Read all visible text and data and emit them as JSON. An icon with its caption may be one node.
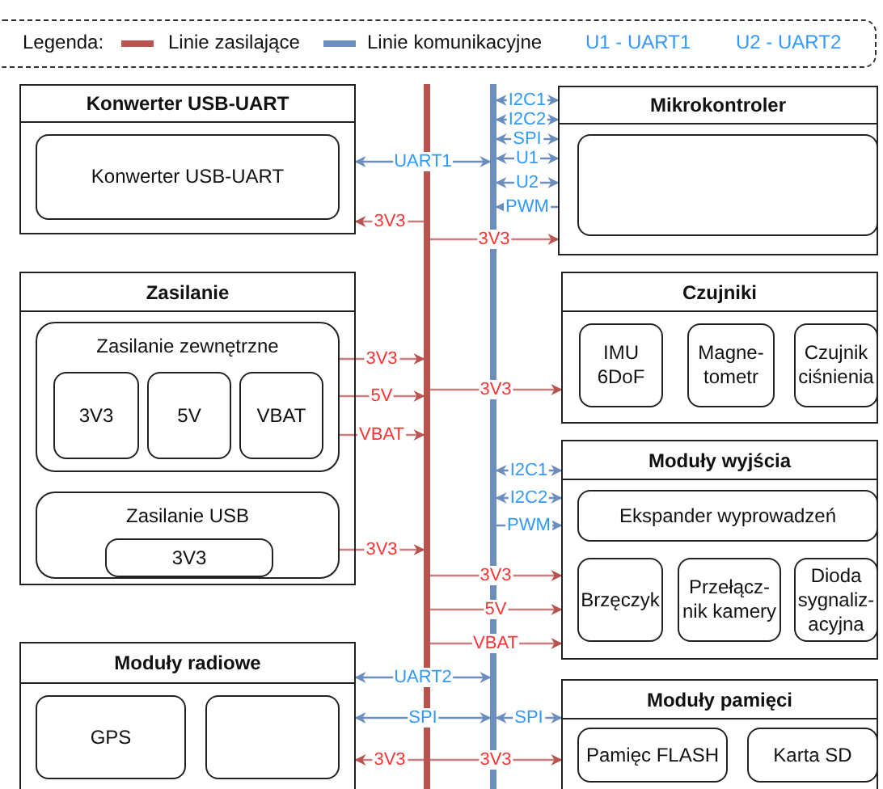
{
  "diagram": {
    "nodes": [
      {
        "text": [
          "Konwerter USB-UART"
        ]
      },
      {
        "text": [
          "Konwerter USB-UART"
        ],
        "in": 0
      },
      {
        "text": [
          "Mikrokontroler"
        ]
      },
      {
        "text": [],
        "shape": "box",
        "in": 2
      },
      {
        "text": [
          "Zasilanie"
        ]
      },
      {
        "text": [
          "Zasilanie zewnętrzne"
        ],
        "in": 4
      },
      {
        "text": [
          "3V3"
        ],
        "in": 5
      },
      {
        "text": [
          "5V"
        ],
        "in": 5
      },
      {
        "text": [
          "VBAT"
        ],
        "in": 5
      },
      {
        "text": [
          "Zasilanie USB"
        ],
        "in": 4
      },
      {
        "text": [
          "3V3"
        ],
        "in": 9
      },
      {
        "text": [
          "Czujniki"
        ]
      },
      {
        "text": [
          "IMU 6DoF"
        ],
        "in": 11
      },
      {
        "text": [
          "Magne- tometr"
        ],
        "in": 11
      },
      {
        "text": [
          "Czujnik ciśnienia"
        ],
        "in": 11
      },
      {
        "text": [
          "Moduły wyjścia"
        ]
      },
      {
        "text": [
          "Ekspander wyprowadzeń"
        ],
        "in": 15
      },
      {
        "text": [
          "Brzęczyk"
        ],
        "in": 15
      },
      {
        "text": [
          "Przełącz- nik kamery"
        ],
        "in": 15
      },
      {
        "text": [
          "Dioda sygnaliz- acyjna"
        ],
        "in": 15
      },
      {
        "text": [
          "Moduły radiowe"
        ]
      },
      {
        "text": [
          "GPS"
        ],
        "in": 20
      },
      {
        "text": [],
        "shape": "box",
        "in": 20
      },
      {
        "text": [
          "Moduły pamięci"
        ]
      },
      {
        "text": [
          "Pamięc FLASH"
        ],
        "in": 23
      },
      {
        "text": [
          "Karta SD"
        ],
        "in": 23
      },
      {
        "text": [],
        "shape": "bar"
      },
      {
        "text": [],
        "shape": "bar"
      }
    ],
    "edges": [
      {
        "from": 0,
        "to": 27,
        "label": "UART1",
        "arrow": "both"
      },
      {
        "from": 27,
        "to": 2,
        "label": "I2C1",
        "arrow": "both"
      },
      {
        "from": 27,
        "to": 2,
        "label": "I2C2",
        "arrow": "both"
      },
      {
        "from": 27,
        "to": 2,
        "label": "SPI",
        "arrow": "both"
      },
      {
        "from": 27,
        "to": 2,
        "label": "U1",
        "arrow": "both"
      },
      {
        "from": 27,
        "to": 2,
        "label": "U2",
        "arrow": "both"
      },
      {
        "from": 2,
        "to": 27,
        "label": "PWM",
        "arrow": "to"
      },
      {
        "from": 26,
        "to": 0,
        "label": "3V3",
        "arrow": "to",
        "color": "#b85450"
      },
      {
        "from": 26,
        "to": 2,
        "label": "3V3",
        "arrow": "to",
        "color": "#b85450"
      },
      {
        "from": 5,
        "to": 26,
        "label": "3V3",
        "arrow": "to",
        "color": "#b85450"
      },
      {
        "from": 5,
        "to": 26,
        "label": "5V",
        "arrow": "to",
        "color": "#b85450"
      },
      {
        "from": 5,
        "to": 26,
        "label": "VBAT",
        "arrow": "to",
        "color": "#b85450"
      },
      {
        "from": 26,
        "to": 11,
        "label": "3V3",
        "arrow": "to",
        "color": "#b85450"
      },
      {
        "from": 27,
        "to": 15,
        "label": "I2C1",
        "arrow": "both"
      },
      {
        "from": 27,
        "to": 15,
        "label": "I2C2",
        "arrow": "both"
      },
      {
        "from": 27,
        "to": 15,
        "label": "PWM",
        "arrow": "to"
      },
      {
        "from": 9,
        "to": 26,
        "label": "3V3",
        "arrow": "to",
        "color": "#b85450"
      },
      {
        "from": 26,
        "to": 15,
        "label": "3V3",
        "arrow": "to",
        "color": "#b85450"
      },
      {
        "from": 26,
        "to": 15,
        "label": "5V",
        "arrow": "to",
        "color": "#b85450"
      },
      {
        "from": 26,
        "to": 15,
        "label": "VBAT",
        "arrow": "to",
        "color": "#b85450"
      },
      {
        "from": 20,
        "to": 27,
        "label": "UART2",
        "arrow": "both"
      },
      {
        "from": 20,
        "to": 27,
        "label": "SPI",
        "arrow": "both"
      },
      {
        "from": 27,
        "to": 23,
        "label": "SPI",
        "arrow": "both"
      },
      {
        "from": 26,
        "to": 20,
        "label": "3V3",
        "arrow": "to",
        "color": "#b85450"
      },
      {
        "from": 26,
        "to": 23,
        "label": "3V3",
        "arrow": "to",
        "color": "#b85450"
      }
    ],
    "labels": [
      "Legenda:",
      "U1 - UART1",
      "U2 - UART2"
    ],
    "legend": [
      {
        "text": "Linie zasilające",
        "color": "#b85450"
      },
      {
        "text": "Linie komunikacyjne",
        "color": "#6c8ebf"
      }
    ]
  }
}
